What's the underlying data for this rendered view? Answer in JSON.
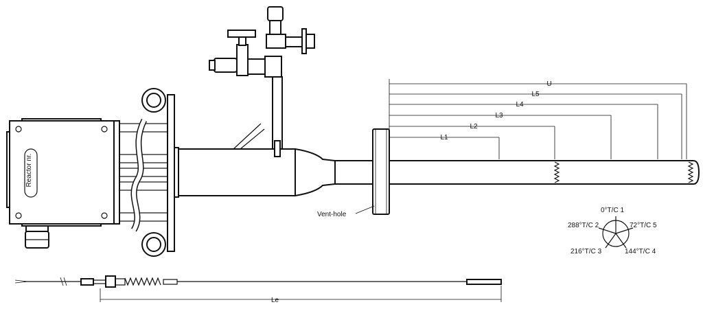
{
  "labels": {
    "reactor": "Reactor nr.",
    "vent_hole": "Vent-hole",
    "le": "Le"
  },
  "dimensions": [
    "U",
    "L5",
    "L4",
    "L3",
    "L2",
    "L1"
  ],
  "thermocouples": {
    "tc1": "0°T/C 1",
    "tc2": "288°T/C 2",
    "tc3": "216°T/C 3",
    "tc4": "144°T/C 4",
    "tc5": "72°T/C 5"
  }
}
